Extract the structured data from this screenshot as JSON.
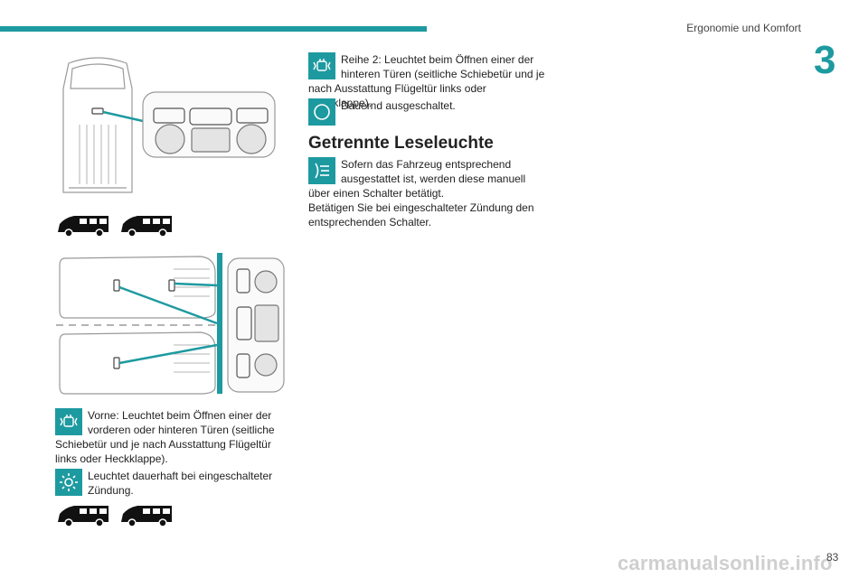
{
  "header": {
    "chapter_title": "Ergonomie und Komfort",
    "chapter_number": "3"
  },
  "paragraphs": {
    "front": "Vorne: Leuchtet beim Öffnen einer der vorderen oder hinteren Türen (seitliche Schiebetür und je nach Ausstattung Flügeltür links oder Heckklappe).",
    "ignition": "Leuchtet dauerhaft bei eingeschalteter Zündung.",
    "row2": "Reihe 2: Leuchtet beim Öffnen einer der hinteren Türen (seitliche Schiebetür und je nach Ausstattung Flügeltür links oder Heckklappe).",
    "off": "Dauernd ausgeschaltet.",
    "separate1": "Sofern das Fahrzeug entsprechend ausgestattet ist, werden diese manuell über einen Schalter betätigt.",
    "separate2": "Betätigen Sie bei eingeschalteter Zündung den entsprechenden Schalter."
  },
  "section": {
    "heading": "Getrennte Leseleuchte"
  },
  "footer": {
    "page_number": "83",
    "watermark": "carmanualsonline.info"
  },
  "colors": {
    "accent": "#1d9aa0",
    "car_silhouette": "#111111",
    "line_art": "#9a9a9a"
  },
  "icons": [
    "door-lamp-icon",
    "sun-icon",
    "circle-off-icon",
    "reading-lamp-icon",
    "van-silhouette-icon"
  ]
}
